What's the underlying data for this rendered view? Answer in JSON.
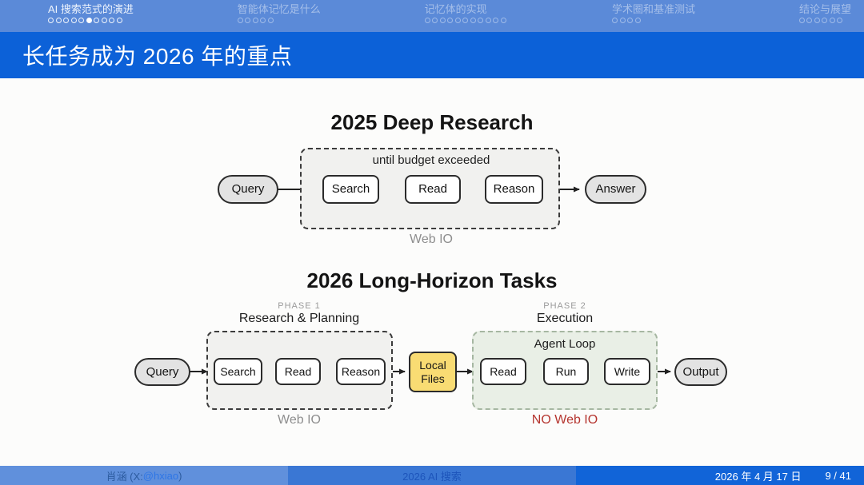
{
  "nav": {
    "sections": [
      {
        "label": "AI 搜索范式的演进",
        "dots_total": 10,
        "dots_active_index": 6,
        "active": true
      },
      {
        "label": "智能体记忆是什么",
        "dots_total": 5,
        "dots_active_index": 0,
        "active": false
      },
      {
        "label": "记忆体的实现",
        "dots_total": 11,
        "dots_active_index": 0,
        "active": false
      },
      {
        "label": "学术圈和基准测试",
        "dots_total": 4,
        "dots_active_index": 0,
        "active": false
      },
      {
        "label": "结论与展望",
        "dots_total": 6,
        "dots_active_index": 0,
        "active": false
      }
    ]
  },
  "title_bar": {
    "title": "长任务成为 2026 年的重点"
  },
  "diagram": {
    "top": {
      "title": "2025 Deep Research",
      "loop_label": "until budget exceeded",
      "zone_label": "Web IO",
      "nodes": {
        "query": "Query",
        "search": "Search",
        "read": "Read",
        "reason": "Reason",
        "answer": "Answer"
      }
    },
    "bottom": {
      "title": "2026 Long-Horizon Tasks",
      "query": "Query",
      "output": "Output",
      "local_files": "Local Files",
      "phase1": {
        "tag": "PHASE 1",
        "name": "Research & Planning",
        "zone_label": "Web IO",
        "nodes": {
          "search": "Search",
          "read": "Read",
          "reason": "Reason"
        }
      },
      "phase2": {
        "tag": "PHASE 2",
        "name": "Execution",
        "loop_label": "Agent Loop",
        "zone_label": "NO Web IO",
        "nodes": {
          "read": "Read",
          "run": "Run",
          "write": "Write"
        }
      }
    }
  },
  "footer": {
    "author_prefix": "肖涵 (X: ",
    "author_handle": "@hxiao",
    "author_suffix": ")",
    "short_title": "2026 AI 搜索",
    "date": "2026 年 4 月 17 日",
    "page": "9 / 41"
  },
  "colors": {
    "nav_bg": "#5b8ad8",
    "title_bar_bg": "#0c61d8",
    "footer_left_bg": "#6090dc",
    "footer_mid_bg": "#3a77d4",
    "footer_right_bg": "#1164d8",
    "zone_gray_bg": "#f1f1ef",
    "zone_green_bg": "#e9efe6",
    "local_files_bg": "#f9dc73",
    "pill_bg": "#e3e3e3",
    "no_web_io_red": "#b5352f"
  }
}
